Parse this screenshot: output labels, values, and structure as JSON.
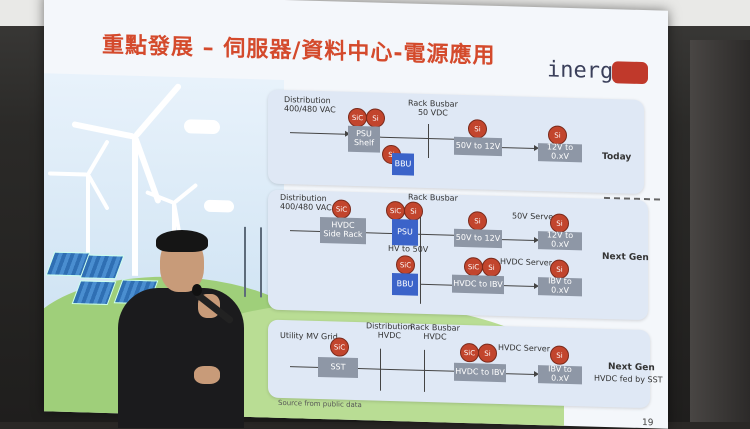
{
  "slide": {
    "title": "重點發展 – 伺服器/資料中心-電源應用",
    "logo": "inergy",
    "source_note": "Source from public data",
    "page_number": "19"
  },
  "rows": {
    "today": {
      "label": "Today",
      "distribution": "Distribution\n400/480 VAC",
      "busbar": "Rack Busbar\n50 VDC",
      "psu": "PSU\nShelf",
      "bbu": "BBU",
      "conv1": "50V to 12V",
      "conv2": "12V to 0.xV"
    },
    "nextgen": {
      "label": "Next Gen",
      "distribution": "Distribution\n400/480 VAC",
      "busbar": "Rack Busbar",
      "hvdc_rack": "HVDC\nSide Rack",
      "psu": "PSU",
      "hv_to": "HV to 50V",
      "bbu": "BBU",
      "server50": "50V Server",
      "conv1": "50V to 12V",
      "conv2": "12V to 0.xV",
      "hvdc_server": "HVDC Server",
      "conv3": "HVDC to IBV",
      "conv4": "IBV to 0.xV"
    },
    "nextgen_sst": {
      "label": "Next Gen",
      "sublabel": "HVDC fed by SST",
      "grid": "Utility MV Grid",
      "dist": "Distribution\nHVDC",
      "busbar": "Rack Busbar\nHVDC",
      "hvdc_server": "HVDC Server",
      "sst": "SST",
      "conv1": "HVDC to IBV",
      "conv2": "IBV to 0.xV"
    }
  },
  "chips": {
    "sic": "SiC",
    "si": "Si"
  },
  "colors": {
    "title": "#d44a2c",
    "chip": "#c2452d",
    "box": "#8e97a6",
    "bbu": "#3b63c9",
    "card": "#dfe8f5"
  }
}
